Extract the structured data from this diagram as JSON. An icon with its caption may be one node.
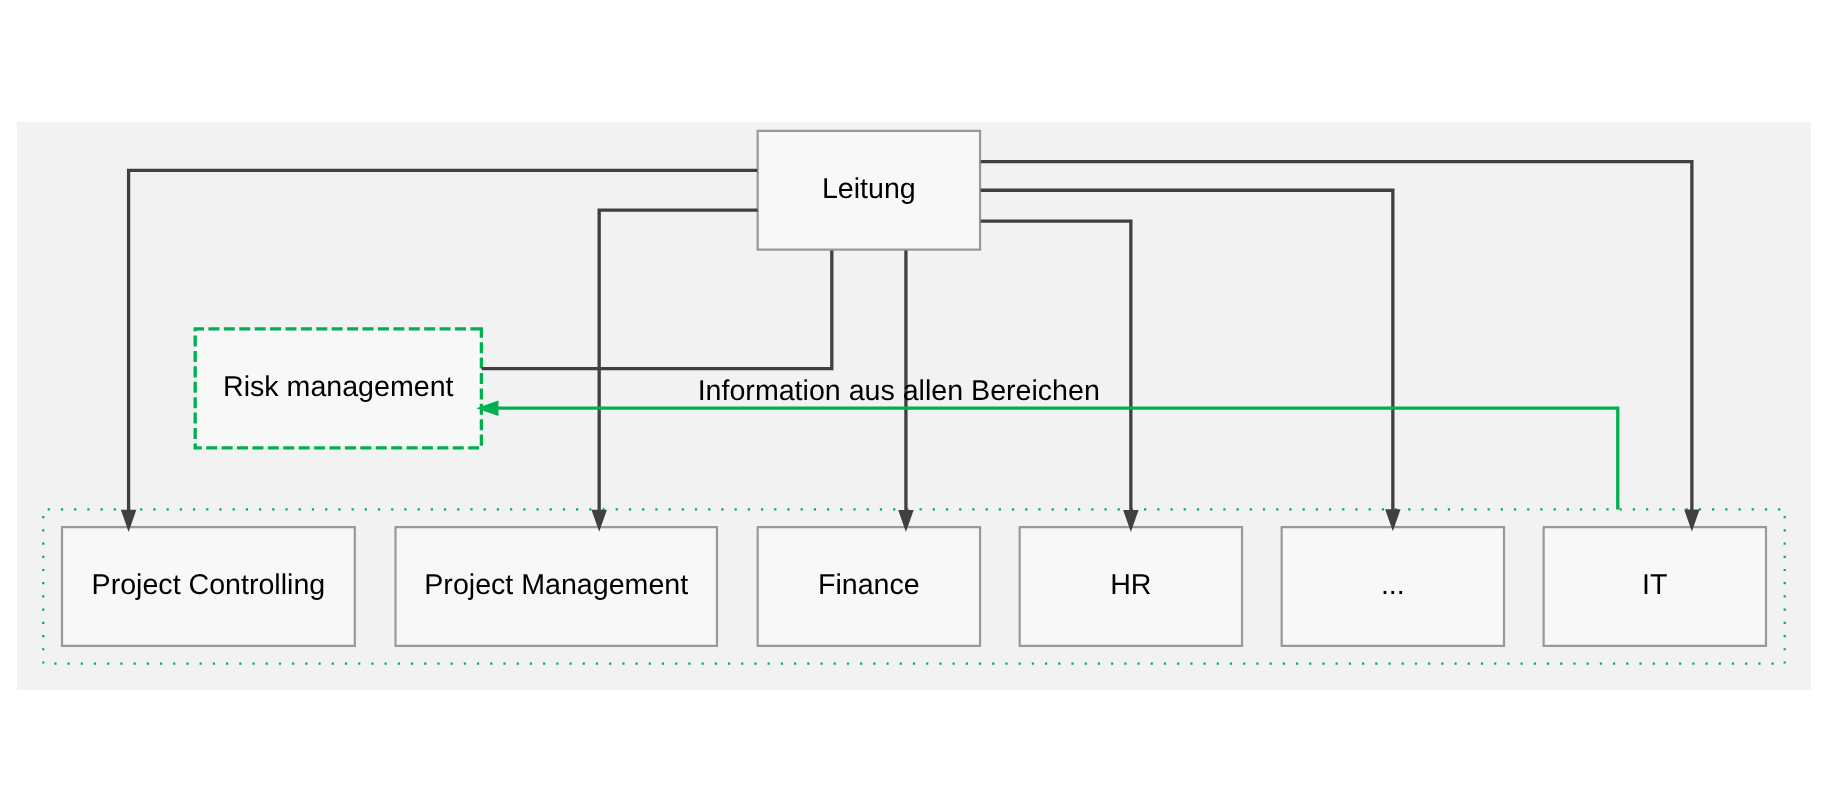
{
  "diagram": {
    "nodes": [
      {
        "text": [
          "Leitung"
        ]
      },
      {
        "text": [
          "Risk management"
        ]
      },
      {
        "text": [],
        "shape": "box"
      },
      {
        "text": [
          "Project Controlling"
        ],
        "in": 2
      },
      {
        "text": [
          "Project Management"
        ],
        "in": 2
      },
      {
        "text": [
          "Finance"
        ],
        "in": 2
      },
      {
        "text": [
          "HR"
        ],
        "in": 2
      },
      {
        "text": [
          "..."
        ],
        "in": 2
      },
      {
        "text": [
          "IT"
        ],
        "in": 2
      }
    ],
    "edges": [
      {
        "from": 0,
        "to": 1,
        "arrow": "none"
      },
      {
        "from": 0,
        "to": 3,
        "arrow": "to"
      },
      {
        "from": 0,
        "to": 4,
        "arrow": "to"
      },
      {
        "from": 0,
        "to": 5,
        "arrow": "to"
      },
      {
        "from": 0,
        "to": 6,
        "arrow": "to"
      },
      {
        "from": 0,
        "to": 7,
        "arrow": "to"
      },
      {
        "from": 0,
        "to": 8,
        "arrow": "to"
      },
      {
        "from": 2,
        "to": 1,
        "arrow": "to",
        "label": "Information aus allen Bereichen",
        "color": "#00b050"
      }
    ]
  }
}
